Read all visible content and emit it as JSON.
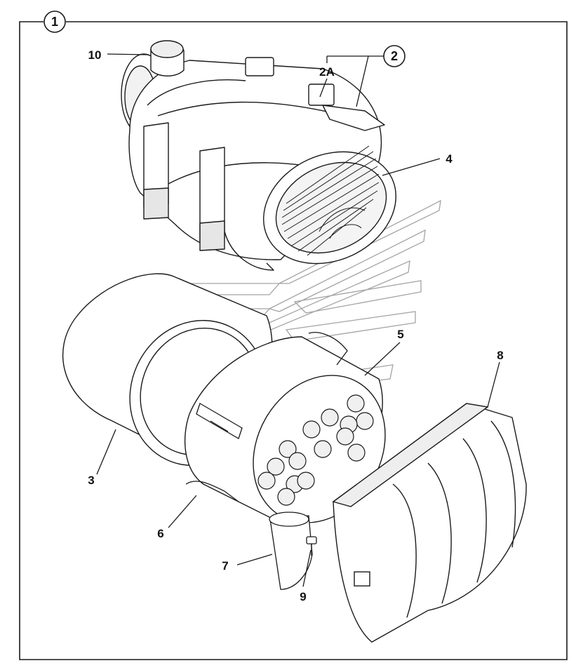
{
  "diagram": {
    "assembly_callout": "1",
    "sub_callout": "2",
    "callouts": {
      "part_2a": "2A",
      "part_3": "3",
      "part_4": "4",
      "part_5": "5",
      "part_6": "6",
      "part_7": "7",
      "part_8": "8",
      "part_9": "9",
      "part_10": "10"
    }
  },
  "colors": {
    "line": "#1a1a1a",
    "watermark": "#9a9a9a",
    "fill": "#ffffff",
    "shade": "#d9d9d9"
  }
}
